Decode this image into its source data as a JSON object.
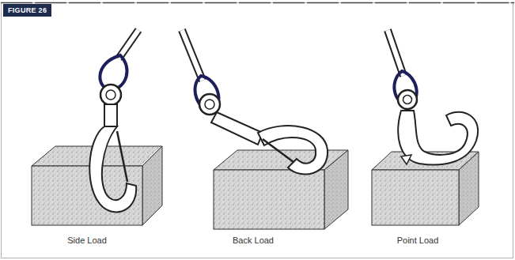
{
  "diagram": {
    "title": "FIGURE 26",
    "labels": [
      "Side Load",
      "Back Load",
      "Point Load"
    ]
  }
}
